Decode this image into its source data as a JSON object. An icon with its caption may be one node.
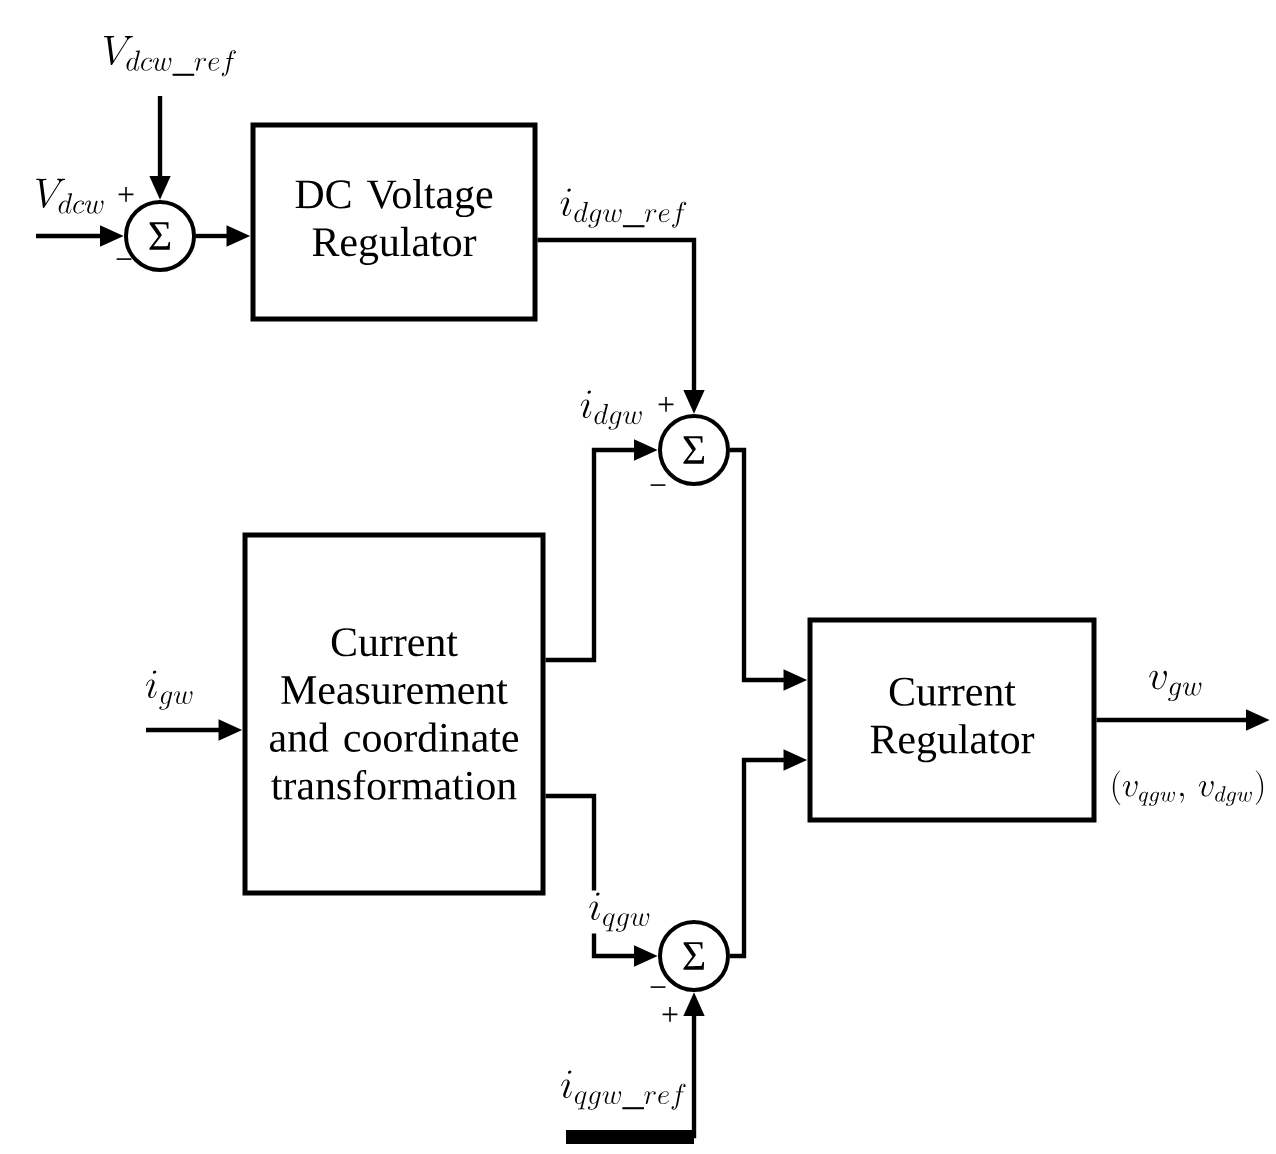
{
  "diagram": {
    "nodes": [
      {
        "text": [
          "Σ"
        ],
        "beside": [
          "+",
          "−"
        ]
      },
      {
        "text": [
          "DC Voltage Regulator"
        ]
      },
      {
        "text": [
          "Σ"
        ],
        "beside": [
          "+",
          "−"
        ]
      },
      {
        "text": [
          "Current Measurement and coordinate transformation"
        ]
      },
      {
        "text": [
          "Current Regulator"
        ]
      },
      {
        "text": [
          "Σ"
        ],
        "beside": [
          "−",
          "+"
        ]
      }
    ],
    "edges": [
      {
        "from": null,
        "to": 0,
        "arrow": "to",
        "label": "V_{dcw}"
      },
      {
        "from": null,
        "to": 0,
        "arrow": "to",
        "label": "V_{dcw\\_ref}"
      },
      {
        "from": 0,
        "to": 1,
        "arrow": "to"
      },
      {
        "from": 1,
        "to": 2,
        "arrow": "to",
        "label": "i_{dgw\\_ref}"
      },
      {
        "from": 3,
        "to": 2,
        "arrow": "to",
        "label": "i_{dgw}"
      },
      {
        "from": 3,
        "to": 5,
        "arrow": "to",
        "label": "i_{qgw}"
      },
      {
        "from": 2,
        "to": 4,
        "arrow": "to"
      },
      {
        "from": 5,
        "to": 4,
        "arrow": "to"
      },
      {
        "from": null,
        "to": 5,
        "arrow": "to",
        "label": "i_{qgw\\_ref}"
      },
      {
        "from": null,
        "to": 3,
        "arrow": "to",
        "label": "i_{gw}"
      },
      {
        "from": 4,
        "to": null,
        "arrow": "to",
        "label": "v_{gw}"
      }
    ],
    "labels": [
      "(v_{qgw},\\, v_{dgw})"
    ]
  }
}
